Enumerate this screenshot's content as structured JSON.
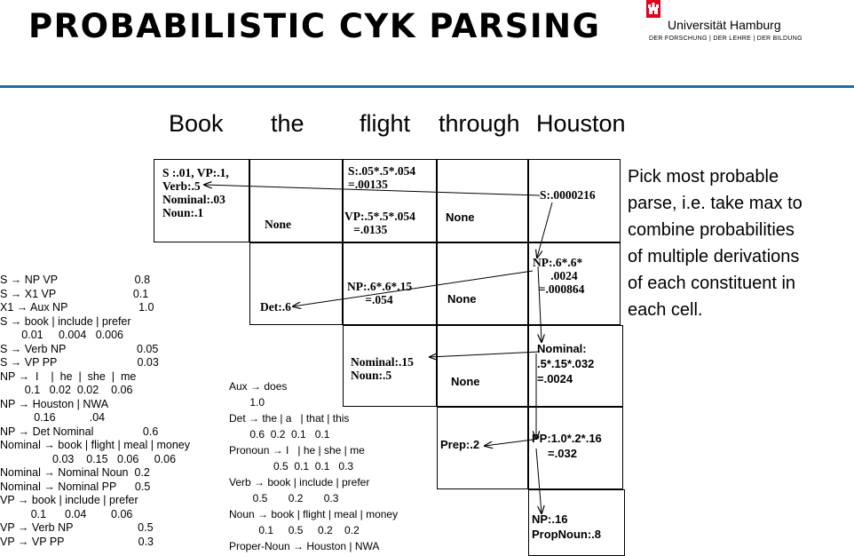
{
  "title": "PROBABILISTIC CYK PARSING",
  "university": {
    "name": "Universität Hamburg",
    "tagline": "DER FORSCHUNG | DER LEHRE | DER BILDUNG",
    "color": "#e2001a"
  },
  "rule_color": "#1a6fa8",
  "words": [
    "Book",
    "the",
    "flight",
    "through",
    "Houston"
  ],
  "cells": {
    "c00": "S :.01, VP:.1,\nVerb:.5\nNominal:.03\nNoun:.1",
    "c01": "None",
    "c02a": "S:.05*.5*.054\n=.00135",
    "c02b": "VP:.5*.5*.054\n   =.0135",
    "c03": "None",
    "c04": "S:.0000216",
    "c11": "Det:.6",
    "c12": "NP:.6*.6*.15\n      =.054",
    "c13": "None",
    "c14": "NP:.6*.6*\n      .0024\n  =.000864",
    "c22": "Nominal:.15\nNoun:.5",
    "c23": "None",
    "c24": "Nominal:\n.5*.15*.032\n=.0024",
    "c33": "Prep:.2",
    "c34": "PP:1.0*.2*.16\n     =.032",
    "c44": "NP:.16\nPropNoun:.8"
  },
  "note": "Pick most probable\nparse, i.e. take max to\ncombine probabilities\nof multiple derivations\nof each constituent in\neach cell.",
  "grammar_left": "S → NP VP                         0.8\nS → X1 VP                         0.1\nX1 → Aux NP                       1.0\nS → book | include | prefer\n       0.01     0.004   0.006\nS → Verb NP                       0.05\nS → VP PP                          0.03\nNP →  I    |  he  |  she  |  me\n        0.1   0.02  0.02    0.06\nNP → Houston | NWA\n           0.16           .04\nNP → Det Nominal                0.6\nNominal → book | flight | meal | money\n                 0.03    0.15   0.06     0.06\nNominal → Nominal Noun  0.2\nNominal → Nominal PP      0.5\nVP → book | include | prefer\n          0.1      0.04        0.06\nVP → Verb NP                     0.5\nVP → VP PP                        0.3",
  "grammar_right": "Aux → does\n       1.0\nDet → the | a   | that | this\n       0.6  0.2  0.1   0.1\nPronoun → I   | he | she | me\n               0.5  0.1  0.1   0.3\nVerb → book | include | prefer\n        0.5       0.2       0.3\nNoun → book | flight | meal | money\n          0.1     0.5     0.2    0.2\nProper-Noun → Houston | NWA"
}
